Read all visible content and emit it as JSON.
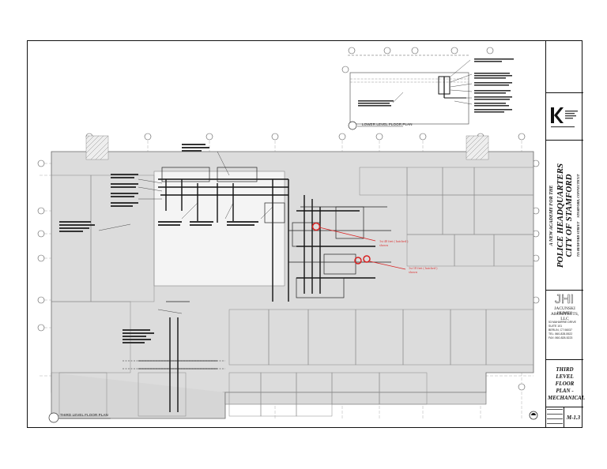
{
  "drawing": {
    "third_level_caption": "THIRD LEVEL FLOOR PLAN",
    "lower_level_caption": "LOWER LEVEL FLOOR PLAN",
    "annotation_1": "1st 40 feet ( hatched ) shown",
    "annotation_2": "1st 10 feet ( hatched ) shown"
  },
  "title_block": {
    "project_line1": "A NEW ACADEMY",
    "project_line2": "FOR THE",
    "project_line3": "POLICE HEADQUARTERS",
    "project_line4": "CITY OF STAMFORD",
    "project_line5": "725 BEDFORD STREET",
    "project_line6": "STAMFORD, CONNECTICUT",
    "architect_name": "JACUNSKI HUMES",
    "architect_sub": "ARCHITECTS, LLC",
    "address_1": "53 MAHARRIE DRIVE",
    "address_2": "SUITE 101",
    "address_3": "BERLIN, CT 06037",
    "address_4": "TEL: 860-828-5522",
    "address_5": "FAX: 860-828-5223",
    "sheet_title": "THIRD LEVEL FLOOR PLAN - MECHANICAL",
    "sheet_number": "M-1.3"
  }
}
